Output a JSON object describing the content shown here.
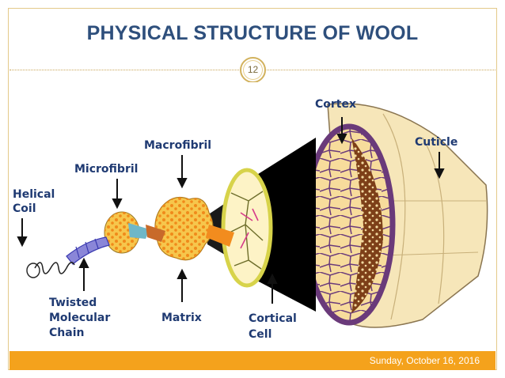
{
  "slide": {
    "title": "PHYSICAL STRUCTURE OF WOOL",
    "page_number": "12",
    "date": "Sunday, October 16, 2016"
  },
  "diagram": {
    "labels": {
      "helical_coil_1": "Helical",
      "helical_coil_2": "Coil",
      "microfibril": "Microfibril",
      "macrofibril": "Macrofibril",
      "cortex": "Cortex",
      "cuticle": "Cuticle",
      "twisted_1": "Twisted",
      "twisted_2": "Molecular",
      "twisted_3": "Chain",
      "matrix": "Matrix",
      "cortical_1": "Cortical",
      "cortical_2": "Cell"
    },
    "colors": {
      "label": "#1f3a72",
      "macrofibril": "#f6c64c",
      "dots": "#f08a1a",
      "cortical_cell_ring": "#d7d34a",
      "cortical_fill": "#fdf3c6",
      "cortex_ring": "#6a3a7a",
      "cortex_cells": "#f7dc9c",
      "cortex_inner": "#8a4a1e",
      "cuticle": "#f6e6b9",
      "coil": "#3a3ab0",
      "tube": "#8a86d8"
    }
  }
}
